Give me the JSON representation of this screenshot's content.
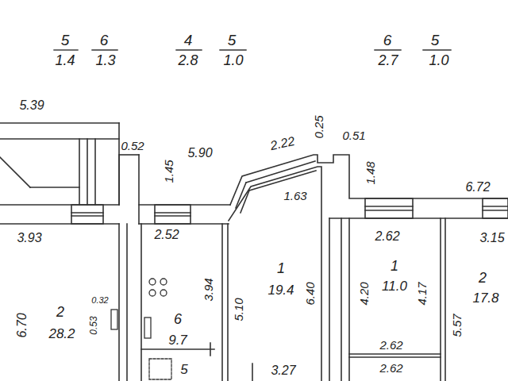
{
  "diagram": {
    "labels": [
      "5",
      "1.4",
      "6",
      "1.3",
      "4",
      "2.8",
      "5",
      "1.0",
      "6",
      "2.7",
      "5",
      "1.0",
      "5.39",
      "0.52",
      "5.90",
      "2.22",
      "0.25",
      "0.51",
      "1.45",
      "1.48",
      "6.72",
      "1.63",
      "3.93",
      "2.52",
      "2.62",
      "3.15",
      "2",
      "28.2",
      "0.32",
      "0.53",
      "6.70",
      "6",
      "9.7",
      "3.94",
      "5.10",
      "1",
      "19.4",
      "6.40",
      "1",
      "11.0",
      "4.20",
      "4.17",
      "2",
      "17.8",
      "5.57",
      "2.62",
      "2.62",
      "3.27",
      "5"
    ]
  }
}
